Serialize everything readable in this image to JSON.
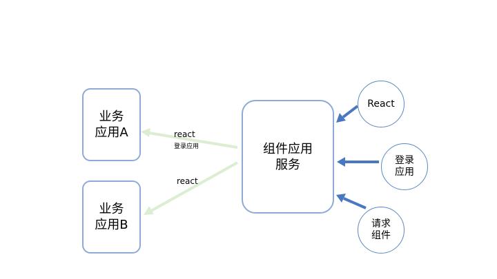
{
  "nodes": {
    "app_a": {
      "line1": "业务",
      "line2": "应用A"
    },
    "app_b": {
      "line1": "业务",
      "line2": "应用B"
    },
    "component_service": {
      "line1": "组件应用",
      "line2": "服务"
    },
    "react": {
      "line1": "React"
    },
    "login_app": {
      "line1": "登录",
      "line2": "应用"
    },
    "request_component": {
      "line1": "请求",
      "line2": "组件"
    }
  },
  "edges": {
    "to_app_a": {
      "label1": "react",
      "label2": "登录应用"
    },
    "to_app_b": {
      "label1": "react"
    }
  },
  "colors": {
    "box_border": "#8fa9d6",
    "circle_border": "#5b86c4",
    "input_arrow": "#4a78c0",
    "output_arrow": "#dcedd2"
  }
}
